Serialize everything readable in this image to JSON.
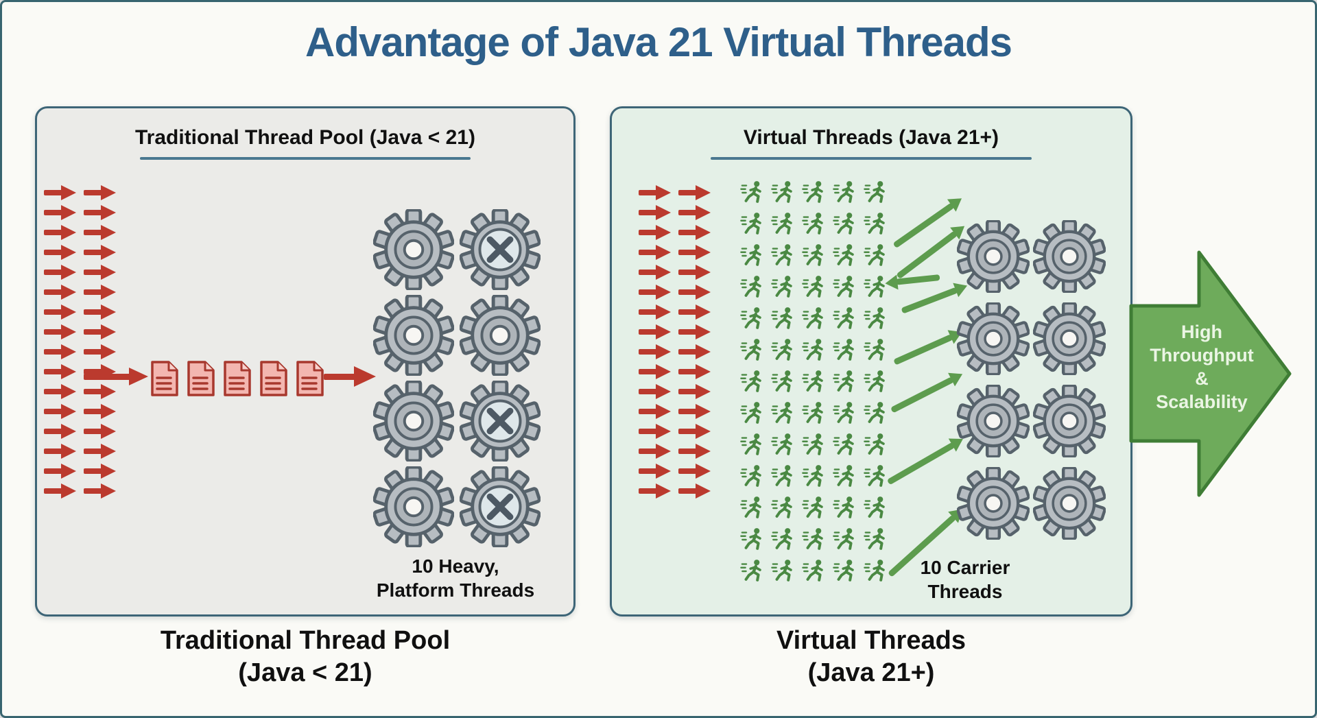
{
  "title": "Advantage of Java 21 Virtual Threads",
  "left_panel": {
    "header": "Traditional Thread Pool (Java < 21)",
    "request_arrows": {
      "columns": 2,
      "rows": 16
    },
    "queue_documents": 5,
    "gears": [
      [
        "gear",
        "gear-x"
      ],
      [
        "gear",
        "gear"
      ],
      [
        "gear",
        "gear-x"
      ],
      [
        "gear",
        "gear-x"
      ]
    ],
    "threads_label": [
      "10 Heavy,",
      "Platform Threads"
    ],
    "caption": [
      "Traditional Thread Pool",
      "(Java < 21)"
    ]
  },
  "right_panel": {
    "header": "Virtual Threads (Java 21+)",
    "request_arrows": {
      "columns": 2,
      "rows": 16
    },
    "virtual_threads": {
      "columns": 5,
      "rows": 13
    },
    "gears": [
      [
        "gear",
        "gear"
      ],
      [
        "gear",
        "gear"
      ],
      [
        "gear",
        "gear"
      ],
      [
        "gear",
        "gear"
      ]
    ],
    "threads_label": [
      "10 Carrier",
      "Threads"
    ],
    "caption": [
      "Virtual Threads",
      "(Java 21+)"
    ]
  },
  "outcome_arrow": {
    "lines": [
      "High",
      "Throughput",
      "&",
      "Scalability"
    ]
  },
  "icons": {
    "incoming-request": "red-right-arrow",
    "queued-task": "pink-document",
    "platform-thread": "gray-gear",
    "blocked-thread": "gray-gear-with-x",
    "virtual-thread": "green-runner",
    "carrier-thread": "gray-gear",
    "dispatch": "green-diagonal-arrow"
  },
  "colors": {
    "bg": "#fafaf6",
    "frame": "#38646f",
    "panel-border": "#3d6577",
    "left-bg": "#ebebe8",
    "right-bg": "#e4f0e7",
    "title": "#2e5f8a",
    "ink": "#101010",
    "red": "#bb3a2e",
    "underline": "#4a7890",
    "runner": "#4a8943",
    "green-arrow": "#5d9c4e",
    "bigarrow-fill": "#6eab5b",
    "bigarrow-stroke": "#3f7d35",
    "bigarrow-text": "#ebf5e4"
  }
}
